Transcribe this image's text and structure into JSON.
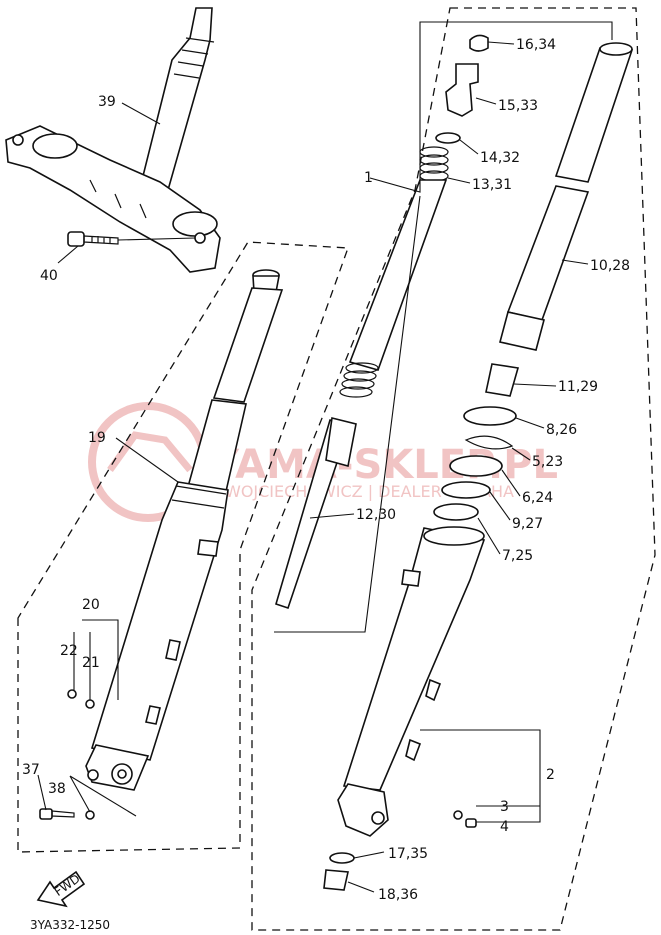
{
  "diagram_code": "3YA332-1250",
  "fwd_label": "FWD",
  "watermark": {
    "brand": "YAMA-SKLEP.PL",
    "subtitle": "WOJCIECHOWICZ | DEALER YAMAHA"
  },
  "callouts": [
    "39",
    "40",
    "19",
    "20",
    "22",
    "21",
    "37",
    "38",
    "16,34",
    "15,33",
    "14,32",
    "1",
    "13,31",
    "10,28",
    "11,29",
    "8,26",
    "5,23",
    "6,24",
    "9,27",
    "7,25",
    "12,30",
    "2",
    "3",
    "4",
    "17,35",
    "18,36"
  ]
}
